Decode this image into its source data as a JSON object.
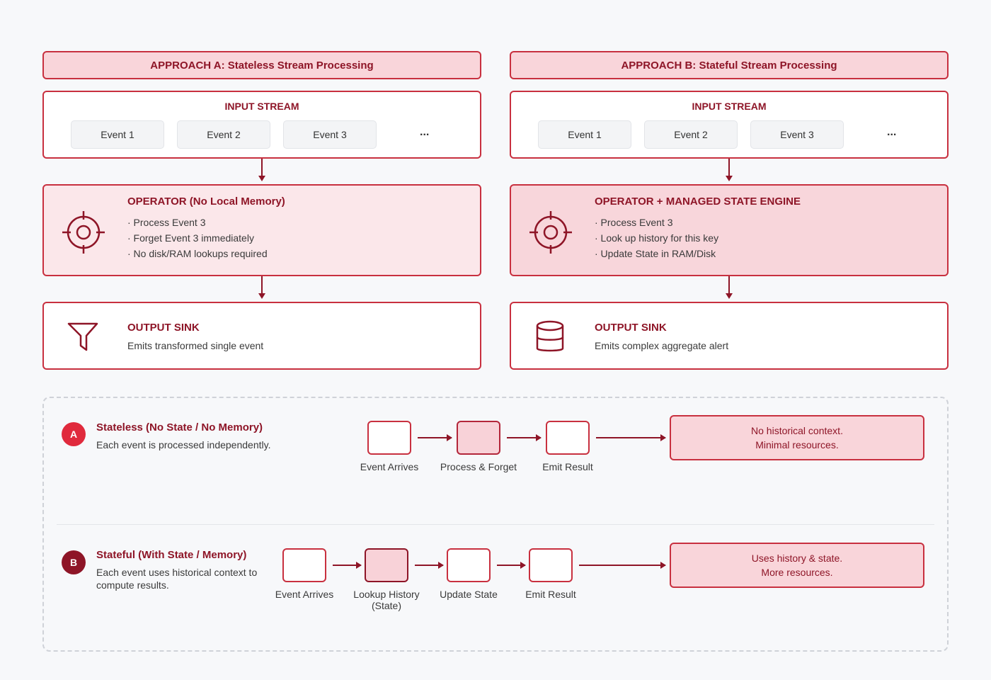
{
  "approach_a": {
    "header": "APPROACH A: Stateless Stream Processing",
    "input": {
      "title": "INPUT STREAM",
      "events": [
        "Event 1",
        "Event 2",
        "Event 3"
      ],
      "more": "..."
    },
    "operator": {
      "title": "OPERATOR (No Local Memory)",
      "icon": "crosshair-icon",
      "bullets": [
        "· Process Event 3",
        "· Forget Event 3 immediately",
        "· No disk/RAM lookups required"
      ]
    },
    "output": {
      "title": "OUTPUT SINK",
      "icon": "funnel-icon",
      "desc": "Emits transformed single event"
    }
  },
  "approach_b": {
    "header": "APPROACH B: Stateful Stream Processing",
    "input": {
      "title": "INPUT STREAM",
      "events": [
        "Event 1",
        "Event 2",
        "Event 3"
      ],
      "more": "..."
    },
    "operator": {
      "title": "OPERATOR + MANAGED STATE ENGINE",
      "icon": "crosshair-icon",
      "bullets": [
        "· Process Event 3",
        "· Look up history for this key",
        "· Update State in RAM/Disk"
      ]
    },
    "output": {
      "title": "OUTPUT SINK",
      "icon": "database-icon",
      "desc": "Emits complex aggregate alert"
    }
  },
  "legend": {
    "stateless": {
      "badge": "A",
      "badge_color": "#e02a3c",
      "title": "Stateless (No State / No Memory)",
      "desc": "Each event is processed independently.",
      "steps": [
        "Event Arrives",
        "Process & Forget",
        "Emit Result"
      ],
      "result": [
        "No historical context.",
        "Minimal resources."
      ]
    },
    "stateful": {
      "badge": "B",
      "badge_color": "#8e1527",
      "title": "Stateful (With State / Memory)",
      "desc": "Each event uses historical context to compute results.",
      "steps": [
        "Event Arrives",
        "Lookup History (State)",
        "Update State",
        "Emit Result"
      ],
      "result": [
        "Uses history & state.",
        "More resources."
      ]
    }
  },
  "colors": {
    "accent": "#c8303f",
    "accent_dark": "#8e1527",
    "tint": "#f9d5da",
    "background": "#f7f8fa"
  }
}
